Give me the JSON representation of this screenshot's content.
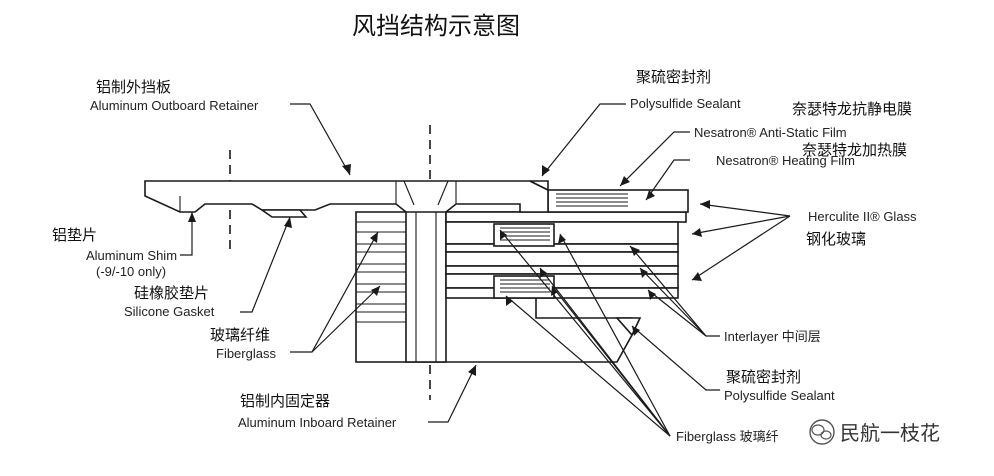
{
  "title": "风挡结构示意图",
  "labels": {
    "outboard_cn": "铝制外挡板",
    "outboard_en": "Aluminum Outboard Retainer",
    "polysulfide_top_cn": "聚硫密封剂",
    "polysulfide_top_en": "Polysulfide Sealant",
    "antistatic_cn": "奈瑟特龙抗静电膜",
    "antistatic_en": "Nesatron® Anti-Static Film",
    "heating_cn": "奈瑟特龙加热膜",
    "heating_en": "Nesatron® Heating Film",
    "herculite_en": "Herculite II® Glass",
    "herculite_cn": "钢化玻璃",
    "shim_cn": "铝垫片",
    "shim_en": "Aluminum Shim",
    "shim_note": "(-9/-10 only)",
    "gasket_cn": "硅橡胶垫片",
    "gasket_en": "Silicone Gasket",
    "fiberglass_left_cn": "玻璃纤维",
    "fiberglass_left_en": "Fiberglass",
    "interlayer": "Interlayer 中间层",
    "polysulfide_bottom_cn": "聚硫密封剂",
    "polysulfide_bottom_en": "Polysulfide Sealant",
    "inboard_cn": "铝制内固定器",
    "inboard_en": "Aluminum Inboard Retainer",
    "fiberglass_bottom": "Fiberglass 玻璃纤"
  },
  "watermark": {
    "text": "民航一枝花",
    "icon": "wechat-icon"
  }
}
